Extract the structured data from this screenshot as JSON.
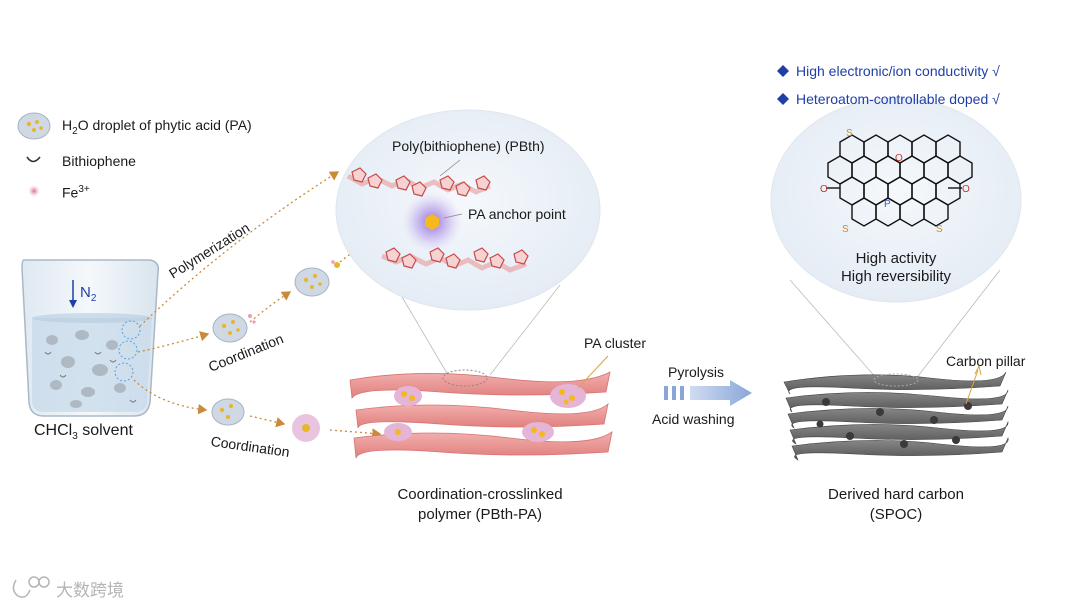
{
  "legend": {
    "droplet_pre": "H",
    "droplet_sub": "2",
    "droplet_post": "O droplet of phytic acid (PA)",
    "bithiophene": "Bithiophene",
    "fe_base": "Fe",
    "fe_sup": "3+"
  },
  "beaker": {
    "gas_base": "N",
    "gas_sub": "2",
    "solvent_pre": "CHCl",
    "solvent_sub": "3",
    "solvent_post": " solvent"
  },
  "arrows": {
    "polymerization": "Polymerization",
    "coordination_mid": "Coordination",
    "coordination_low": "Coordination"
  },
  "polymer_bubble": {
    "title": "Poly(bithiophene) (PBth)",
    "anchor": "PA anchor point"
  },
  "polymer": {
    "cluster_label": "PA cluster",
    "caption_line1": "Coordination-crosslinked",
    "caption_line2": "polymer (PBth-PA)"
  },
  "process": {
    "step1": "Pyrolysis",
    "step2": "Acid washing"
  },
  "carbon": {
    "features": [
      "High electronic/ion conductivity √",
      "Heteroatom-controllable doped  √"
    ],
    "bubble_line1": "High activity",
    "bubble_line2": "High reversibility",
    "pillar_label": "Carbon pillar",
    "caption_line1": "Derived hard carbon",
    "caption_line2": "(SPOC)"
  },
  "watermark": "大数跨境",
  "colors": {
    "accent_blue": "#1f3fa8",
    "polymer_pink": "#e98f8d",
    "arrow_orange": "#c98a3a",
    "carbon_gray": "#6e6e6e"
  }
}
